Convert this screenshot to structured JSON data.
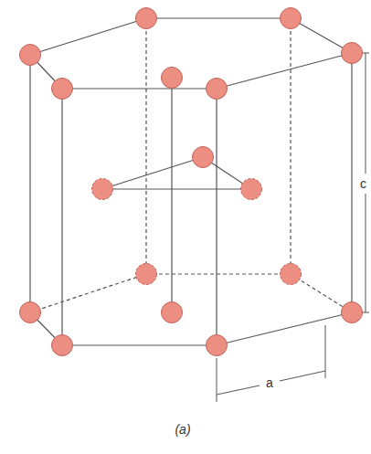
{
  "diagram": {
    "labels": [
      "c",
      "a",
      "(a)"
    ]
  }
}
